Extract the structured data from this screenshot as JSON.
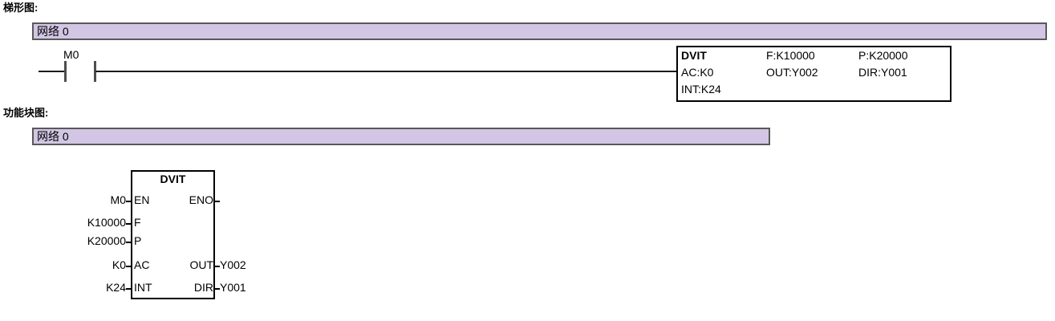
{
  "page": {
    "background": "#ffffff",
    "text_color": "#000000"
  },
  "sections": {
    "ladder": {
      "heading": "梯形图:",
      "network": {
        "label": "网络 0",
        "fill_color": "#d2c6e4",
        "border_color": "#595959"
      },
      "contact": {
        "operand": "M0",
        "type": "normally-open"
      },
      "instruction": {
        "name": "DVIT",
        "rows": [
          {
            "col1": "DVIT",
            "col2": "F:K10000",
            "col3": "P:K20000"
          },
          {
            "col1": "AC:K0",
            "col2": "OUT:Y002",
            "col3": "DIR:Y001"
          },
          {
            "col1": "INT:K24",
            "col2": "",
            "col3": ""
          }
        ]
      }
    },
    "fbd": {
      "heading": "功能块图:",
      "network": {
        "label": "网络 0",
        "fill_color": "#d2c6e4",
        "border_color": "#595959"
      },
      "block": {
        "title": "DVIT",
        "inputs": [
          {
            "operand": "M0",
            "pin": "EN"
          },
          {
            "operand": "K10000",
            "pin": "F"
          },
          {
            "operand": "K20000",
            "pin": "P"
          },
          {
            "operand": "K0",
            "pin": "AC"
          },
          {
            "operand": "K24",
            "pin": "INT"
          }
        ],
        "outputs": [
          {
            "pin": "ENO",
            "operand": ""
          },
          {
            "pin": "OUT",
            "operand": "Y002"
          },
          {
            "pin": "DIR",
            "operand": "Y001"
          }
        ]
      }
    }
  }
}
